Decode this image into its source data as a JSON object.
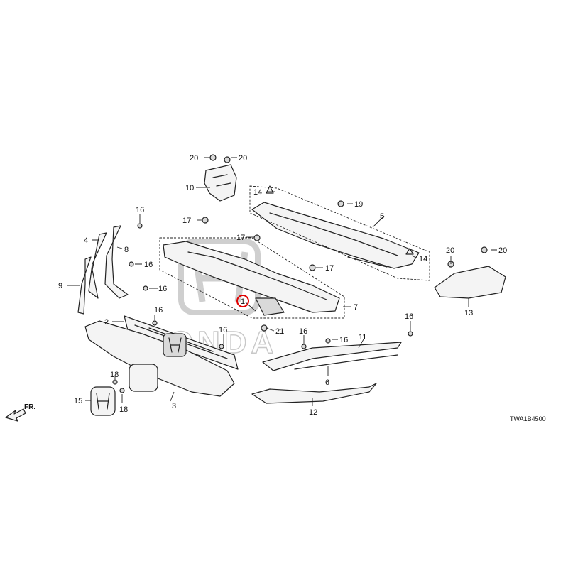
{
  "diagram": {
    "code": "TWA1B4500",
    "direction_label": "FR.",
    "watermark": "HONDA",
    "highlighted": "1",
    "callouts": [
      "1",
      "2",
      "3",
      "4",
      "5",
      "6",
      "7",
      "8",
      "9",
      "10",
      "11",
      "12",
      "13",
      "14",
      "14",
      "15",
      "16",
      "16",
      "16",
      "16",
      "16",
      "16",
      "16",
      "16",
      "17",
      "17",
      "17",
      "18",
      "18",
      "19",
      "20",
      "20",
      "20",
      "20",
      "21"
    ]
  }
}
